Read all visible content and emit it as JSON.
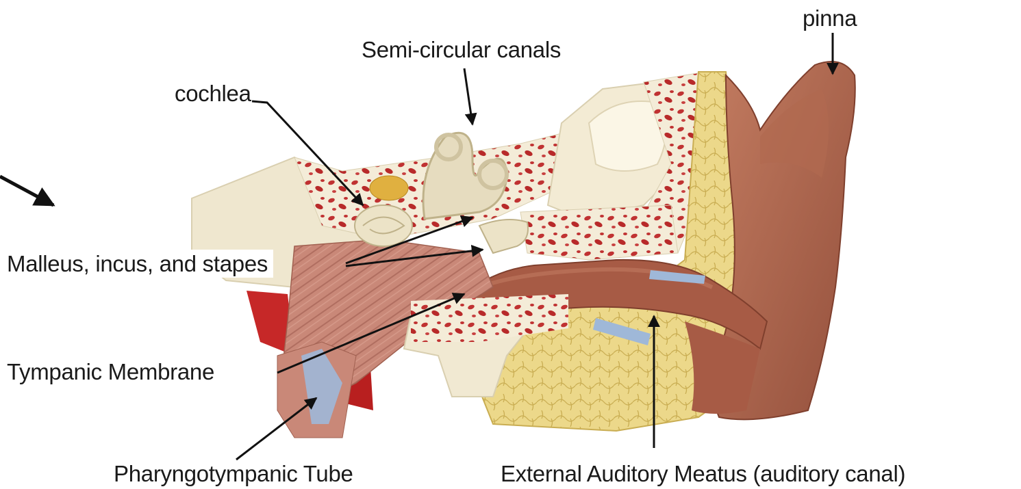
{
  "labels": {
    "pinna": "pinna",
    "semicircular": "Semi-circular canals",
    "cochlea": "cochlea",
    "ossicles": "Malleus, incus, and stapes",
    "tympanic": "Tympanic Membrane",
    "pharyngotympanic": "Pharyngotympanic Tube",
    "external_meatus": "External Auditory Meatus (auditory canal)"
  },
  "colors": {
    "background": "#ffffff",
    "skin": "#a8604a",
    "skin_light": "#c07a60",
    "bone": "#efe7cf",
    "bone_shade": "#d9cfb0",
    "fat": "#ecd88a",
    "marrow": "#c03232",
    "muscle": "#c98878",
    "blue_vessel": "#9fb8d8",
    "red_tissue": "#c62828",
    "arrow": "#111111"
  }
}
